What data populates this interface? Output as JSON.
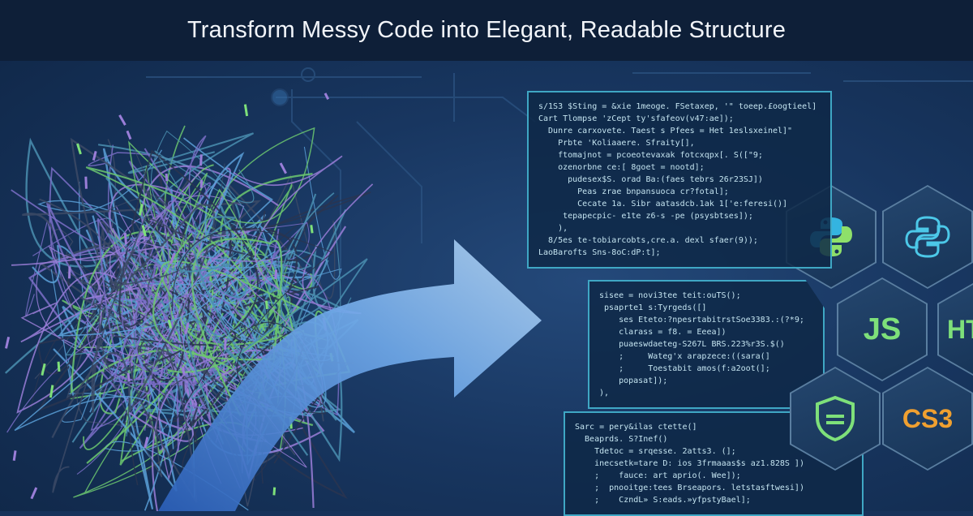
{
  "title": "Transform Messy Code into Elegant, Readable Structure",
  "code_panels": [
    {
      "lines": [
        "s/1S3 $Sting = &xie 1meoge. FSetaxep, '\" toeep.£oogtieel]",
        "Cart Tlompse 'zCept ty'sfafeov(v47:ae]);",
        "  Dunre carxovete. Taest s Pfees = Het 1eslsxeinel]\"",
        "    Prbte 'Koliaaere. Sfraity[],",
        "    ftomajnot = pcoeotevaxak fotcxqpx[. S([\"9;",
        "    ozenorbne ce:[ 8goet = nootd];",
        "      pudesex$S. orad Ba:(faes tebrs 26r23SJ])",
        "        Peas zrae bnpansuoca cr?fotal];",
        "        Cecate 1a. Sibr aatasdcb.1ak 1['e:feresi()]",
        "     tepapecpic- e1te z6-s -pe (psysbtses]);",
        "    ),",
        "  8/5es te-tobiarcobts,cre.a. dexl sfaer(9));",
        "LaoBarofts Sns-8oC:dP:t];"
      ]
    },
    {
      "lines": [
        "sisee = novi3tee teit:ouTS();",
        " psaprte1 s:Tyrgeds([]",
        "    ses Eteto:?npesrtabitrstSoe3383.:(?*9;",
        "    clarass = f8. = Eeea])",
        "    puaeswdaeteg-S267L BRS.223%r3S.$()",
        "    ;     Wateg'x arapzece:((sara(]",
        "    ;     Toestabit amos(f:a2oot(];",
        "    popasat]);",
        "),"
      ]
    },
    {
      "lines": [
        "Sarc = pery&ilas ctette(]",
        "  Beaprds. S?Inef()",
        "    Tdetoc = srqesse. 2atts3. (];",
        "    inecsetk=tare D: ios 3frmaaas$s az1.828S ])",
        "    ;    fauce: art aprio(. Wee]);",
        "    ;  pnooitge:tees Brseapors. letstasftwesi])",
        "    ;    CzndL» S:eads.»yfpstyBael];"
      ]
    }
  ],
  "hex_tiles": [
    {
      "icon": "python-icon"
    },
    {
      "icon": "python-outline-icon"
    },
    {
      "label": "JS"
    },
    {
      "label": "HT"
    },
    {
      "icon": "shield-icon"
    },
    {
      "label": "CS3"
    }
  ],
  "colors": {
    "accent_green": "#7ee07a",
    "accent_cyan": "#3fa7c4",
    "css_orange": "#f0a030",
    "arrow_blue": "#6fa8e8"
  }
}
